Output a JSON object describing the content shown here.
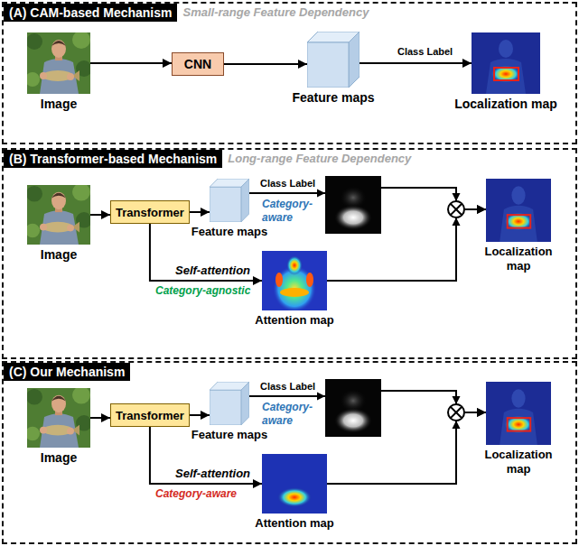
{
  "diagram": {
    "nodes": [
      {
        "text": [
          "(A) CAM-based Mechanism",
          "Small-range Feature Dependency"
        ]
      },
      {
        "text": [
          "Image"
        ],
        "in": 0
      },
      {
        "text": [
          "CNN"
        ],
        "in": 0
      },
      {
        "text": [
          "Feature maps"
        ],
        "in": 0
      },
      {
        "text": [
          "Localization map"
        ],
        "in": 0
      },
      {
        "text": [
          "(B) Transformer-based Mechanism",
          "Long-range Feature Dependency"
        ]
      },
      {
        "text": [
          "Image"
        ],
        "in": 5
      },
      {
        "text": [
          "Transformer"
        ],
        "in": 5
      },
      {
        "text": [
          "Feature maps"
        ],
        "in": 5
      },
      {
        "text": [
          "Localization map"
        ],
        "in": 5
      },
      {
        "text": [
          "Attention map"
        ],
        "in": 5
      },
      {
        "text": [
          "(C) Our Mechanism"
        ]
      },
      {
        "text": [
          "Image"
        ],
        "in": 11
      },
      {
        "text": [
          "Transformer"
        ],
        "in": 11
      },
      {
        "text": [
          "Feature maps"
        ],
        "in": 11
      },
      {
        "text": [
          "Localization map"
        ],
        "in": 11
      },
      {
        "text": [
          "Attention map"
        ],
        "in": 11
      }
    ],
    "edges": [
      {
        "from": 1,
        "to": 2,
        "arrow": "to"
      },
      {
        "from": 2,
        "to": 3,
        "arrow": "to"
      },
      {
        "from": 3,
        "to": 4,
        "label": "Class Label",
        "arrow": "to"
      },
      {
        "from": 6,
        "to": 7,
        "arrow": "to"
      },
      {
        "from": 7,
        "to": 8,
        "arrow": "to"
      },
      {
        "from": 8,
        "to": 9,
        "label": "Class Label",
        "arrow": "to"
      },
      {
        "from": 7,
        "to": 10,
        "label": "Self-attention",
        "arrow": "to"
      },
      {
        "from": 10,
        "to": 9,
        "arrow": "to"
      },
      {
        "from": 12,
        "to": 13,
        "arrow": "to"
      },
      {
        "from": 13,
        "to": 14,
        "arrow": "to"
      },
      {
        "from": 14,
        "to": 15,
        "label": "Class Label",
        "arrow": "to"
      },
      {
        "from": 13,
        "to": 16,
        "label": "Self-attention",
        "arrow": "to"
      },
      {
        "from": 16,
        "to": 15,
        "arrow": "to"
      }
    ],
    "labels": [
      "Category-aware",
      "Category-agnostic",
      "Category-aware",
      "Category-aware"
    ]
  }
}
